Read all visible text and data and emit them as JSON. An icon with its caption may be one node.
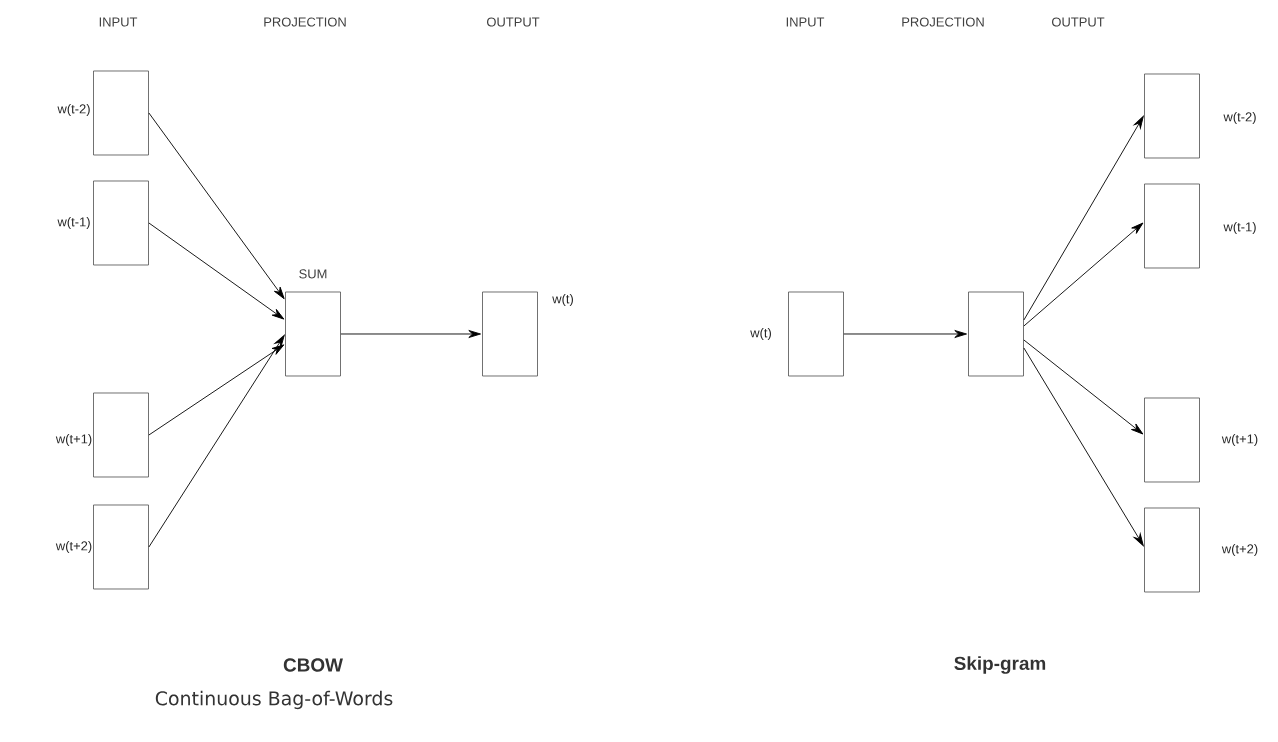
{
  "diagram": {
    "nodes": [
      {
        "text": [],
        "shape": "box",
        "beside": [
          "w(t-2)"
        ]
      },
      {
        "text": [],
        "shape": "box",
        "beside": [
          "w(t-1)"
        ]
      },
      {
        "text": [],
        "shape": "box",
        "beside": [
          "w(t+1)"
        ]
      },
      {
        "text": [],
        "shape": "box",
        "beside": [
          "w(t+2)"
        ]
      },
      {
        "text": [
          "SUM"
        ]
      },
      {
        "text": [],
        "shape": "box",
        "beside": [
          "w(t)"
        ]
      },
      {
        "text": [],
        "shape": "box",
        "beside": [
          "w(t)"
        ]
      },
      {
        "text": [],
        "shape": "box"
      },
      {
        "text": [],
        "shape": "box",
        "beside": [
          "w(t-2)"
        ]
      },
      {
        "text": [],
        "shape": "box",
        "beside": [
          "w(t-1)"
        ]
      },
      {
        "text": [],
        "shape": "box",
        "beside": [
          "w(t+1)"
        ]
      },
      {
        "text": [],
        "shape": "box",
        "beside": [
          "w(t+2)"
        ]
      }
    ],
    "edges": [
      {
        "from": 0,
        "to": 4,
        "arrow": "to"
      },
      {
        "from": 1,
        "to": 4,
        "arrow": "to"
      },
      {
        "from": 2,
        "to": 4,
        "arrow": "to"
      },
      {
        "from": 3,
        "to": 4,
        "arrow": "to"
      },
      {
        "from": 4,
        "to": 5,
        "arrow": "to"
      },
      {
        "from": 6,
        "to": 7,
        "arrow": "to"
      },
      {
        "from": 7,
        "to": 8,
        "arrow": "to"
      },
      {
        "from": 7,
        "to": 9,
        "arrow": "to"
      },
      {
        "from": 7,
        "to": 10,
        "arrow": "to"
      },
      {
        "from": 7,
        "to": 11,
        "arrow": "to"
      }
    ],
    "labels": [
      "INPUT",
      "PROJECTION",
      "OUTPUT",
      "INPUT",
      "PROJECTION",
      "OUTPUT",
      "CBOW",
      "Skip-gram",
      "Continuous Bag-of-Words"
    ]
  }
}
